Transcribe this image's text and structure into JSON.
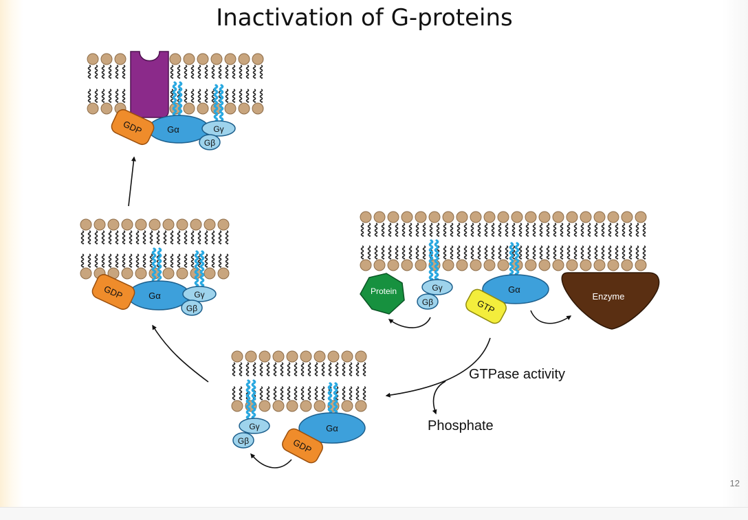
{
  "slide": {
    "title": "Inactivation of G-proteins",
    "page_number": "12"
  },
  "labels": {
    "galpha": "Gα",
    "gbeta": "Gβ",
    "ggamma": "Gγ",
    "gdp": "GDP",
    "gtp": "GTP",
    "protein": "Protein",
    "enzyme": "Enzyme",
    "gtpase_activity": "GTPase activity",
    "phosphate": "Phosphate"
  },
  "colors": {
    "lipid_head": "#c8a57e",
    "lipid_tail": "#222222",
    "anchor": "#29a8e0",
    "galpha": "#3da0db",
    "gbeta_gamma": "#9ed3ec",
    "gdp": "#ef8c2b",
    "gtp": "#f3ed3c",
    "receptor": "#8b2a8a",
    "protein": "#17913f",
    "enzyme": "#5a2f12",
    "arrow": "#111111"
  }
}
